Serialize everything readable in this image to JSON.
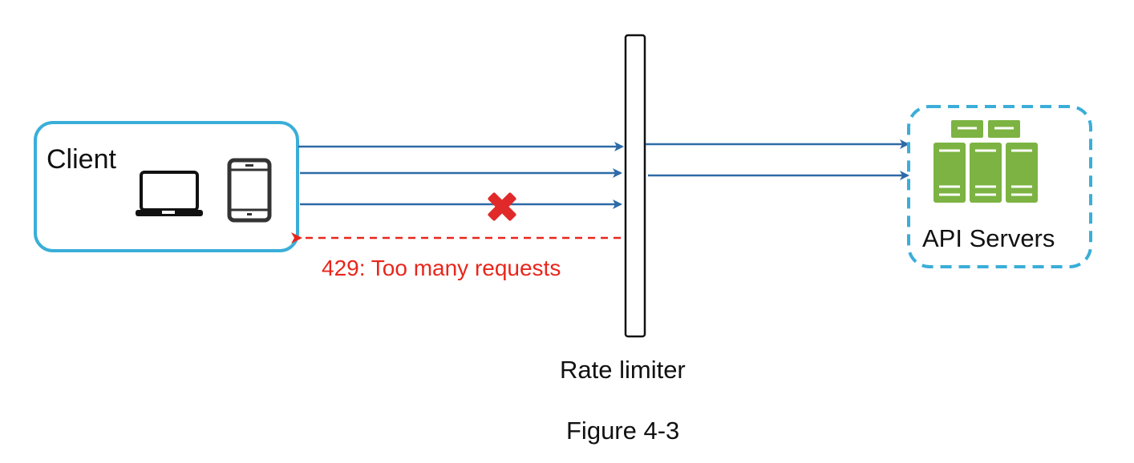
{
  "diagram": {
    "client": {
      "label": "Client",
      "devices": [
        "laptop-icon",
        "tablet-icon"
      ]
    },
    "rate_limiter": {
      "label": "Rate limiter"
    },
    "api_servers": {
      "label": "API Servers",
      "icon": "server-rack-icon"
    },
    "error_response": {
      "label": "429: Too many requests",
      "blocked_marker": "x-mark-icon"
    },
    "caption": "Figure 4-3",
    "requests_in": 3,
    "requests_forwarded": 2,
    "requests_blocked": 1,
    "colors": {
      "client_border": "#3aaed8",
      "arrow": "#2e6aa7",
      "error": "#e8261c",
      "server_green": "#7cb342",
      "limiter_border": "#111111",
      "text": "#111111"
    }
  }
}
